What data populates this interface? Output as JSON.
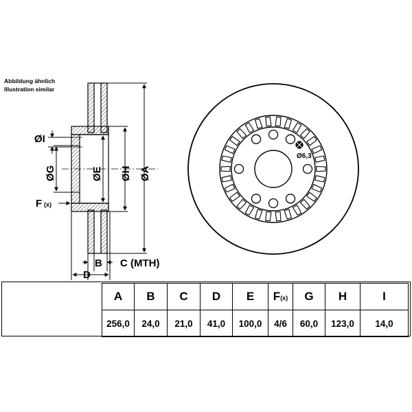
{
  "notes": {
    "line1": "Abbildung ähnlich",
    "line2": "Illustration similar"
  },
  "side_labels": {
    "I": "ØI",
    "G": "ØG",
    "E": "ØE",
    "H": "ØH",
    "A": "ØA",
    "F": "F",
    "F_sub": "(x)",
    "B": "B",
    "C": "C (MTH)",
    "D": "D"
  },
  "front_labels": {
    "hole": "Ø6,3"
  },
  "table": {
    "headers": [
      {
        "main": "A"
      },
      {
        "main": "B"
      },
      {
        "main": "C"
      },
      {
        "main": "D"
      },
      {
        "main": "E"
      },
      {
        "main": "F",
        "sub": "(x)"
      },
      {
        "main": "G"
      },
      {
        "main": "H"
      },
      {
        "main": "I"
      }
    ],
    "values": [
      "256,0",
      "24,0",
      "21,0",
      "41,0",
      "100,0",
      "4/6",
      "60,0",
      "123,0",
      "14,0"
    ]
  }
}
